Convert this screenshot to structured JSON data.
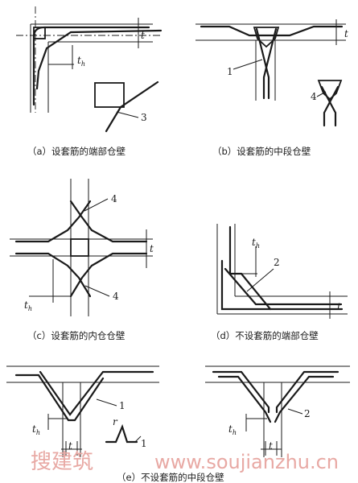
{
  "captions": {
    "a": "（a）设套筋的端部仓壁",
    "b": "（b）设套筋的中段仓壁",
    "c": "（c）设套筋的内仓仓壁",
    "d": "（d）不设套筋的端部仓壁",
    "e": "（e）不设套筋的中段仓壁"
  },
  "labels": {
    "t": "t",
    "th_main": "t",
    "th_sub": "h",
    "r": "r",
    "n1": "1",
    "n2": "2",
    "n3": "3",
    "n4": "4"
  },
  "watermark": {
    "cn": "搜建筑",
    "url": "www.soujianzhu.cn"
  }
}
